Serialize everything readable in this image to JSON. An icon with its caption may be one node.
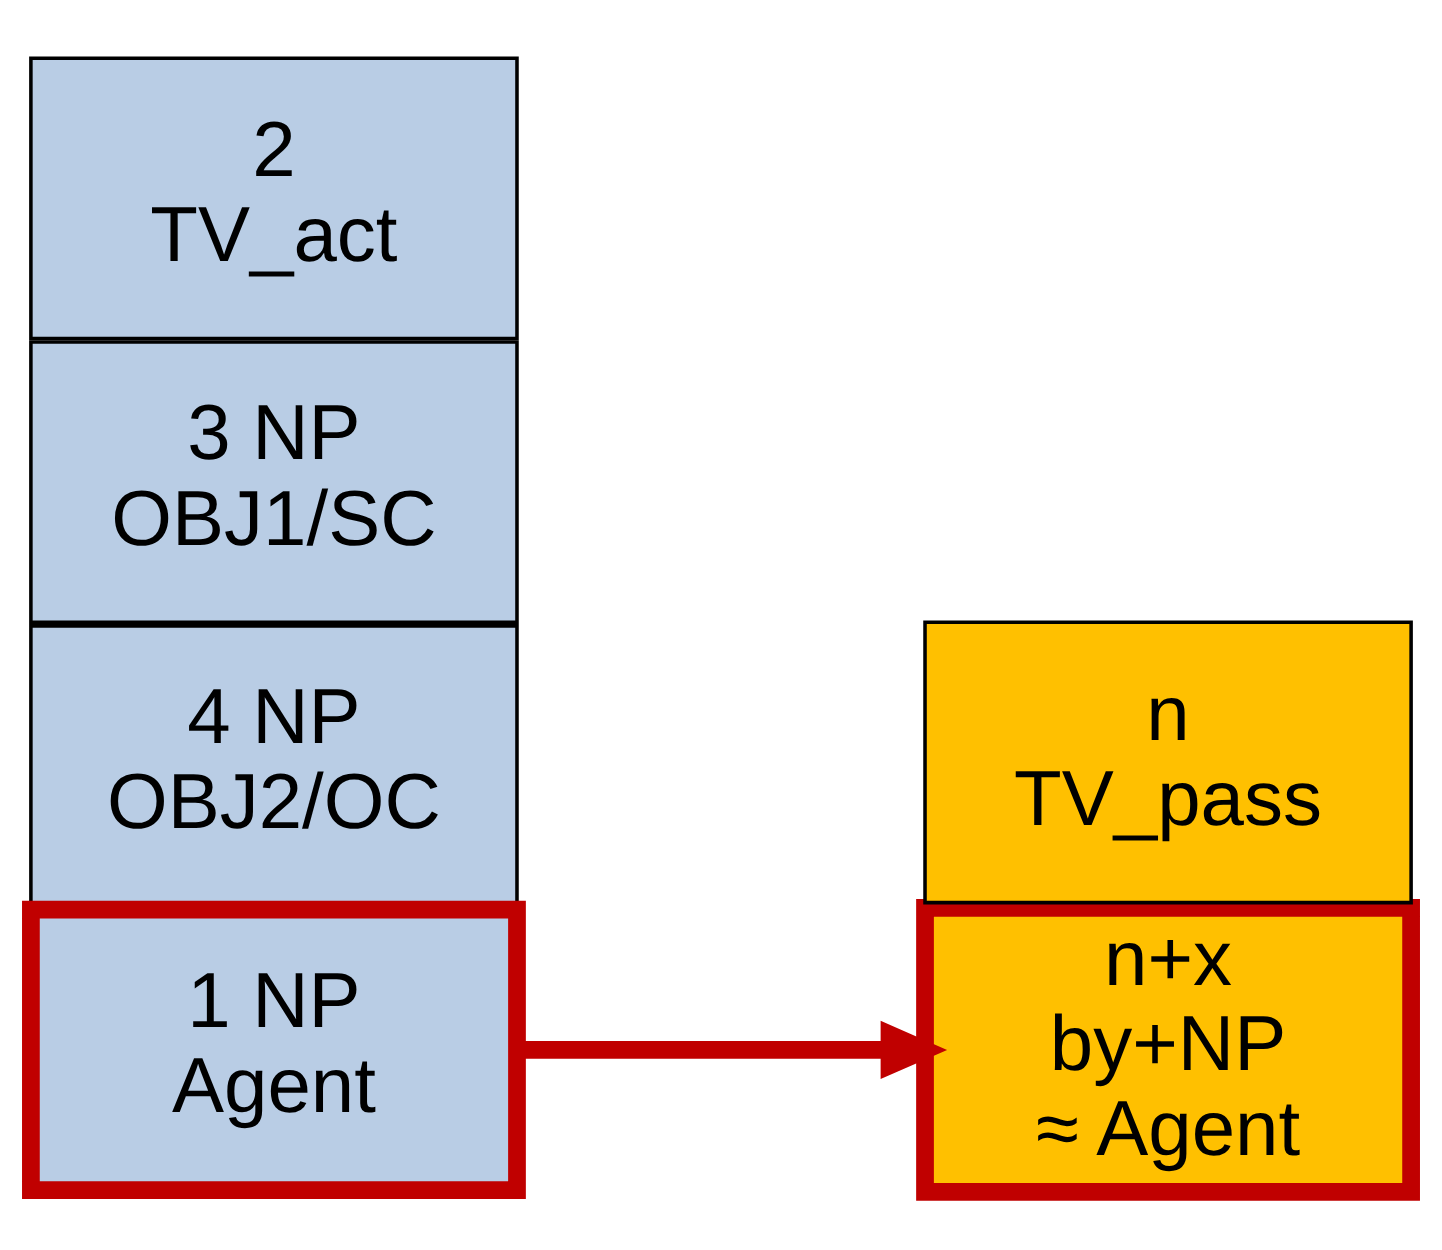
{
  "diagram": {
    "nodes": [
      {
        "text": [
          "1 NP Agent"
        ]
      },
      {
        "text": [
          "2 TV_act"
        ]
      },
      {
        "text": [
          "3 NP OBJ1/SC"
        ]
      },
      {
        "text": [
          "4 NP OBJ2/OC"
        ]
      },
      {
        "text": [
          "n TV_pass"
        ]
      },
      {
        "text": [
          "n+x by+NP ≈ Agent"
        ]
      }
    ],
    "edges": [
      {
        "from": 0,
        "to": 5,
        "arrow": "to",
        "color": "#c00000"
      }
    ]
  }
}
